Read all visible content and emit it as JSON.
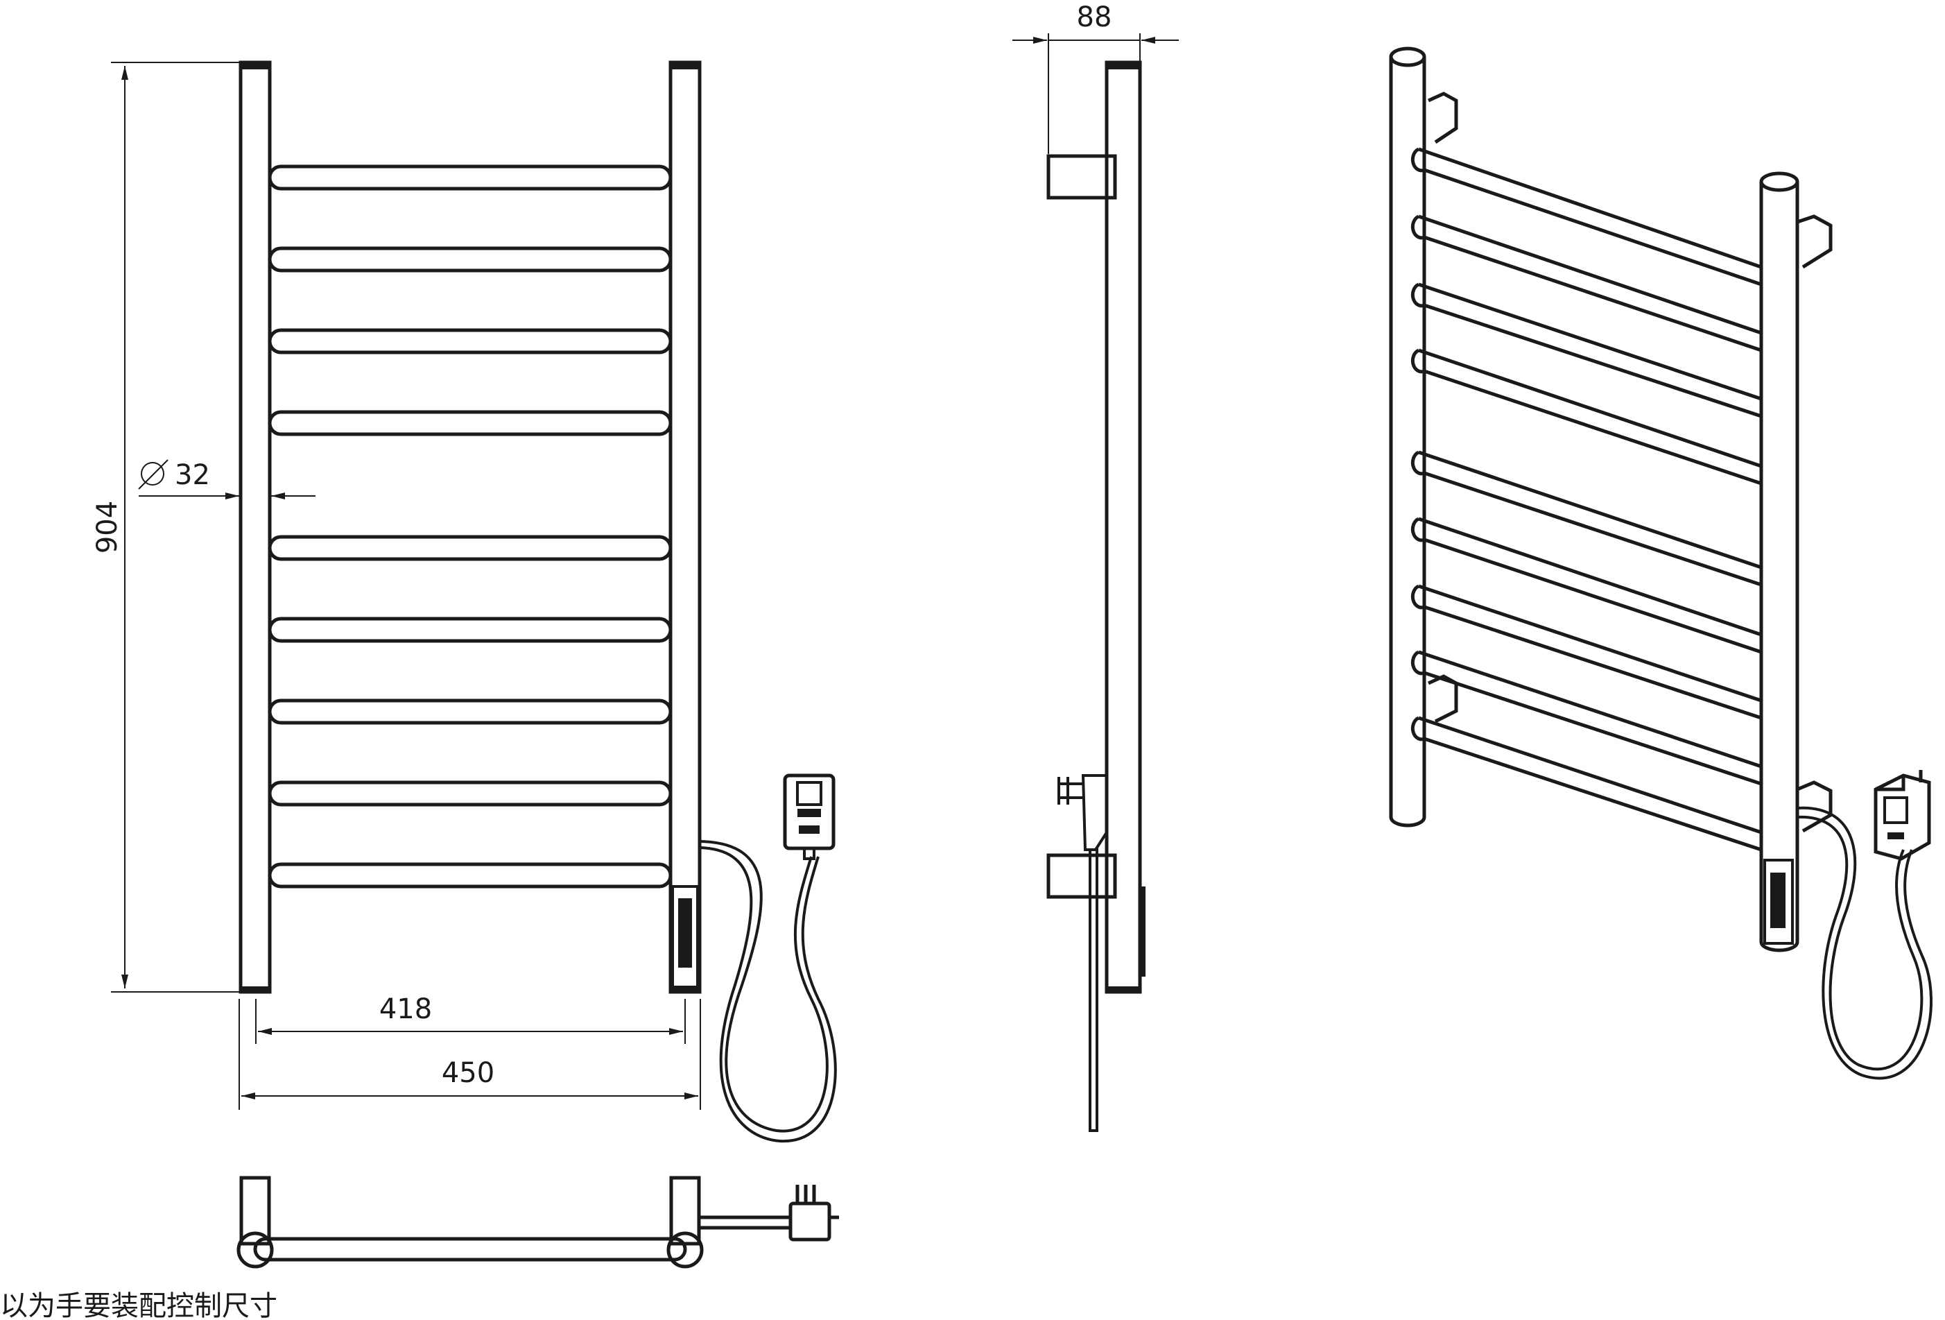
{
  "dimensions": {
    "height": "904",
    "pipe_diameter": "32",
    "inner_width": "418",
    "outer_width": "450",
    "depth": "88"
  },
  "note": "以为手要装配控制尺寸",
  "views": [
    "front-view",
    "side-view",
    "isometric-view",
    "bottom-view"
  ],
  "colors": {
    "line": "#1a1a1a",
    "background": "#ffffff"
  }
}
